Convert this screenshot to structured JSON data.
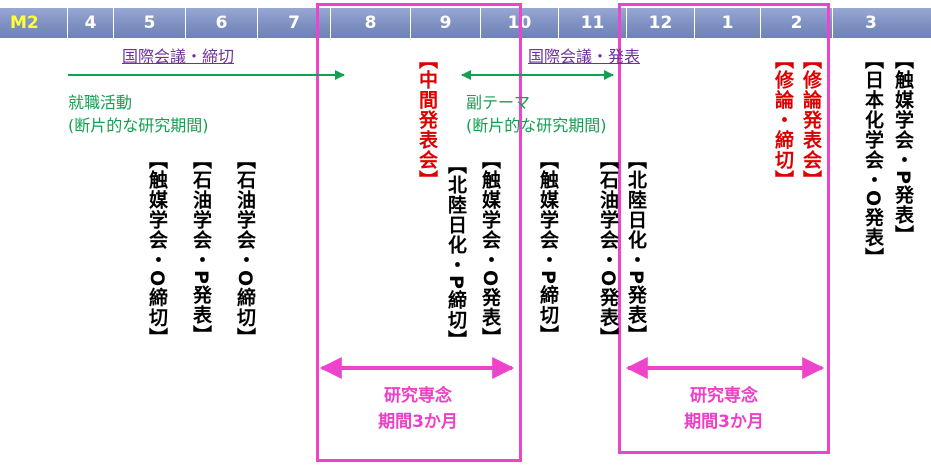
{
  "timeline": {
    "label": "M2",
    "months": [
      "4",
      "5",
      "6",
      "7",
      "8",
      "9",
      "10",
      "11",
      "12",
      "1",
      "2",
      "3"
    ]
  },
  "annotations": {
    "conf_deadline": "国際会議・締切",
    "conf_presentation": "国際会議・発表",
    "job_hunting": "就職活動",
    "job_hunting_note": "(断片的な研究期間)",
    "sub_theme": "副テーマ",
    "sub_theme_note": "(断片的な研究期間)"
  },
  "events": {
    "catalysis_o_deadline": "【触媒学会・O締切】",
    "petroleum_p_presentation": "【石油学会・P発表】",
    "petroleum_o_deadline": "【石油学会・O締切】",
    "interim_presentation": "【中間発表会】",
    "hokuriku_p_deadline": "【北陸日化・P締切】",
    "catalysis_o_presentation": "【触媒学会・O発表】",
    "catalysis_p_deadline": "【触媒学会・P締切】",
    "petroleum_o_presentation": "【石油学会・O発表】",
    "hokuriku_p_presentation": "【北陸日化・P発表】",
    "thesis_deadline": "【修論・締切】",
    "thesis_presentation": "【修論発表会】",
    "chem_society_o_presentation": "【日本化学会・O発表】",
    "catalysis_p_presentation": "【触媒学会・P発表】"
  },
  "focus_periods": [
    {
      "title": "研究専念",
      "duration": "期間3か月"
    },
    {
      "title": "研究専念",
      "duration": "期間3か月"
    }
  ],
  "colors": {
    "header_bg": "#7e90c2",
    "header_text": "#ffffff",
    "label_text": "#ffff33",
    "green": "#13a050",
    "purple": "#7030a0",
    "red": "#dd0000",
    "pink": "#ee44cc",
    "black": "#000000"
  }
}
